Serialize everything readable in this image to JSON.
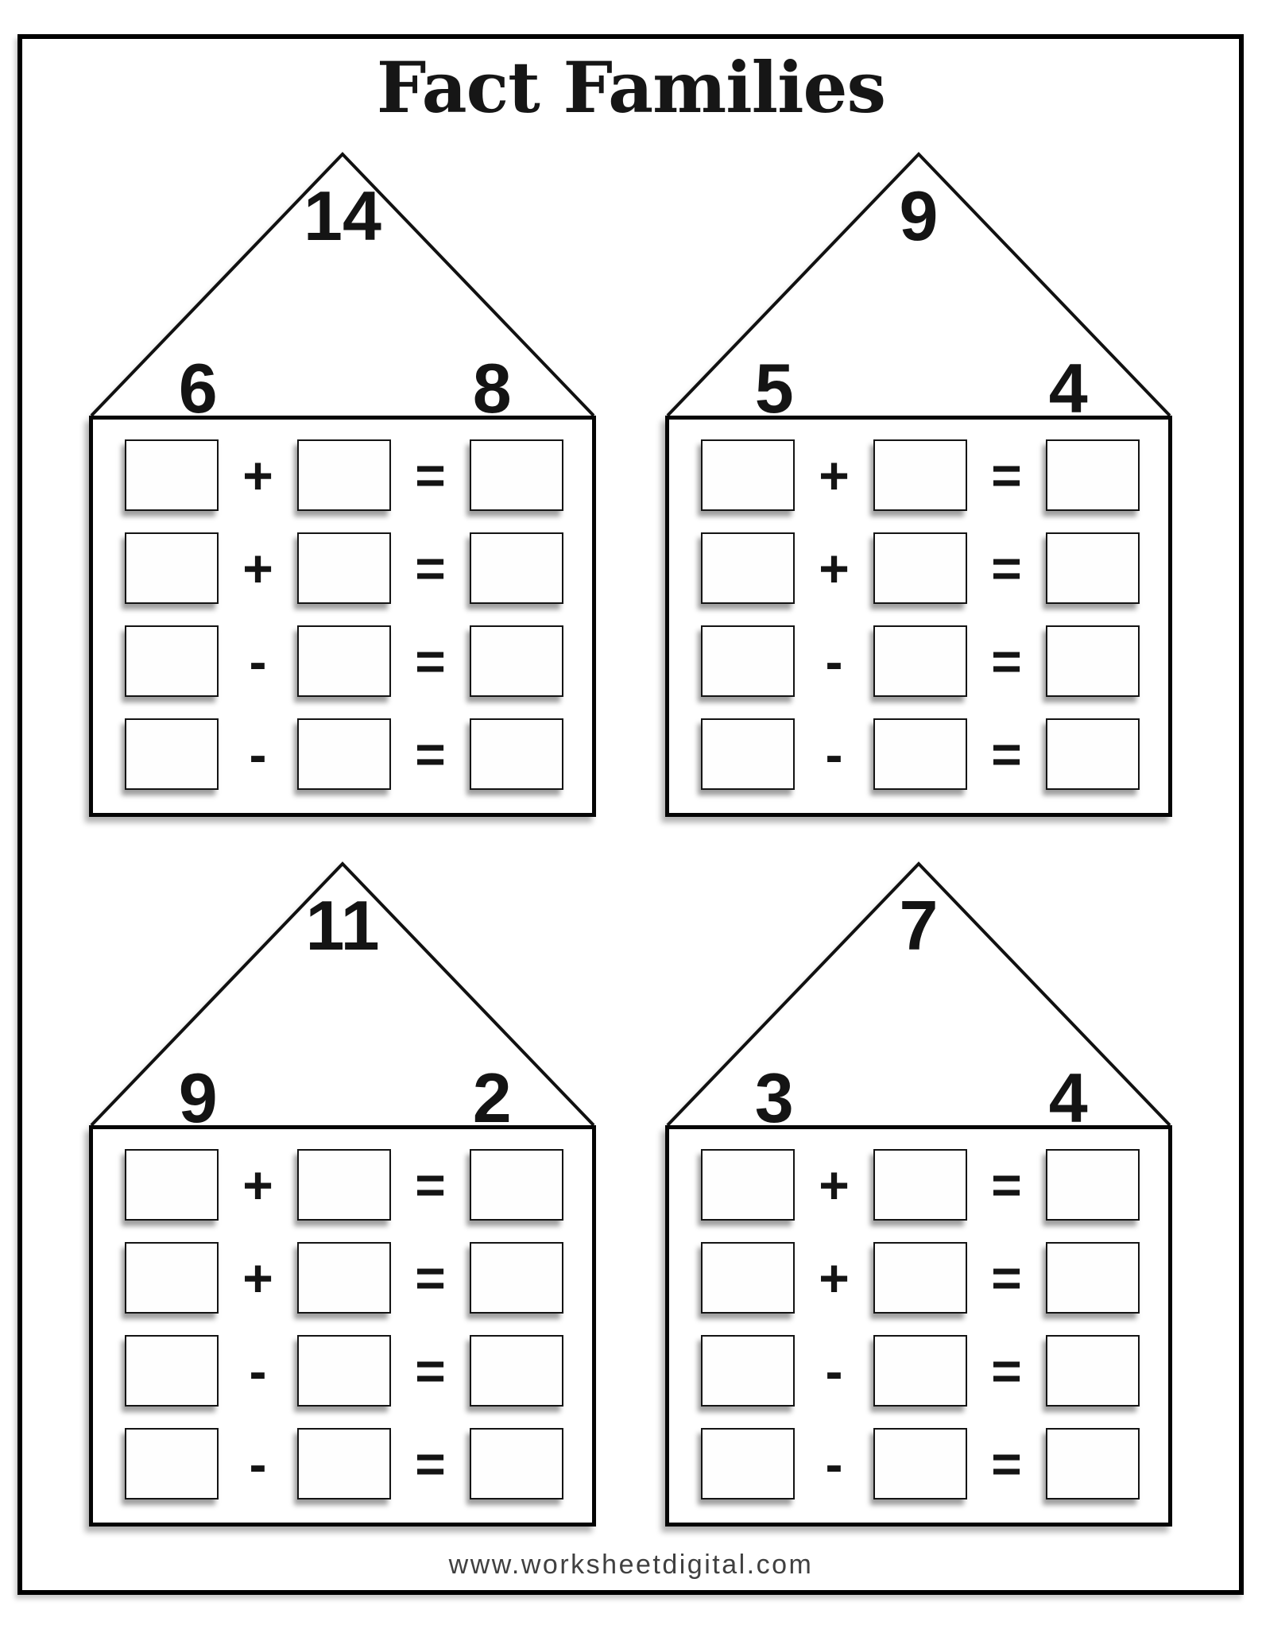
{
  "page": {
    "title": "Fact Families",
    "footer": "www.worksheetdigital.com",
    "ink_color": "#141414",
    "paper_color": "#ffffff"
  },
  "houses": [
    {
      "total": "14",
      "left_addend": "6",
      "right_addend": "8",
      "rows": [
        {
          "op": "+",
          "eq": "=",
          "boxes": [
            "",
            "",
            ""
          ]
        },
        {
          "op": "+",
          "eq": "=",
          "boxes": [
            "",
            "",
            ""
          ]
        },
        {
          "op": "-",
          "eq": "=",
          "boxes": [
            "",
            "",
            ""
          ]
        },
        {
          "op": "-",
          "eq": "=",
          "boxes": [
            "",
            "",
            ""
          ]
        }
      ]
    },
    {
      "total": "9",
      "left_addend": "5",
      "right_addend": "4",
      "rows": [
        {
          "op": "+",
          "eq": "=",
          "boxes": [
            "",
            "",
            ""
          ]
        },
        {
          "op": "+",
          "eq": "=",
          "boxes": [
            "",
            "",
            ""
          ]
        },
        {
          "op": "-",
          "eq": "=",
          "boxes": [
            "",
            "",
            ""
          ]
        },
        {
          "op": "-",
          "eq": "=",
          "boxes": [
            "",
            "",
            ""
          ]
        }
      ]
    },
    {
      "total": "11",
      "left_addend": "9",
      "right_addend": "2",
      "rows": [
        {
          "op": "+",
          "eq": "=",
          "boxes": [
            "",
            "",
            ""
          ]
        },
        {
          "op": "+",
          "eq": "=",
          "boxes": [
            "",
            "",
            ""
          ]
        },
        {
          "op": "-",
          "eq": "=",
          "boxes": [
            "",
            "",
            ""
          ]
        },
        {
          "op": "-",
          "eq": "=",
          "boxes": [
            "",
            "",
            ""
          ]
        }
      ]
    },
    {
      "total": "7",
      "left_addend": "3",
      "right_addend": "4",
      "rows": [
        {
          "op": "+",
          "eq": "=",
          "boxes": [
            "",
            "",
            ""
          ]
        },
        {
          "op": "+",
          "eq": "=",
          "boxes": [
            "",
            "",
            ""
          ]
        },
        {
          "op": "-",
          "eq": "=",
          "boxes": [
            "",
            "",
            ""
          ]
        },
        {
          "op": "-",
          "eq": "=",
          "boxes": [
            "",
            "",
            ""
          ]
        }
      ]
    }
  ]
}
